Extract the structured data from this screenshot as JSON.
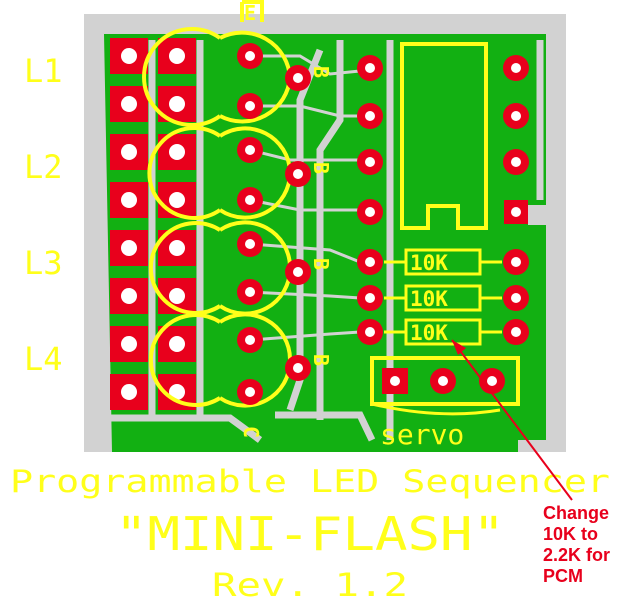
{
  "colors": {
    "background": "#ffffff",
    "board_outline": "#d2d2d2",
    "copper": "#12b012",
    "pad": "#e8001c",
    "silkscreen": "#ffff1a",
    "annotation": "#e8001c"
  },
  "board": {
    "row_labels": [
      "L1",
      "L2",
      "L3",
      "L4"
    ],
    "transistor_pins": {
      "base": "B",
      "collector": "C",
      "emitter": "E"
    },
    "resistor_label": "10K",
    "servo_label": "servo"
  },
  "title": {
    "line1": "Programmable LED Sequencer",
    "line2": "\"MINI-FLASH\"",
    "line3": "Rev. 1.2"
  },
  "annotation": {
    "lines": [
      "Change",
      "10K to",
      "2.2K for",
      "PCM"
    ]
  }
}
